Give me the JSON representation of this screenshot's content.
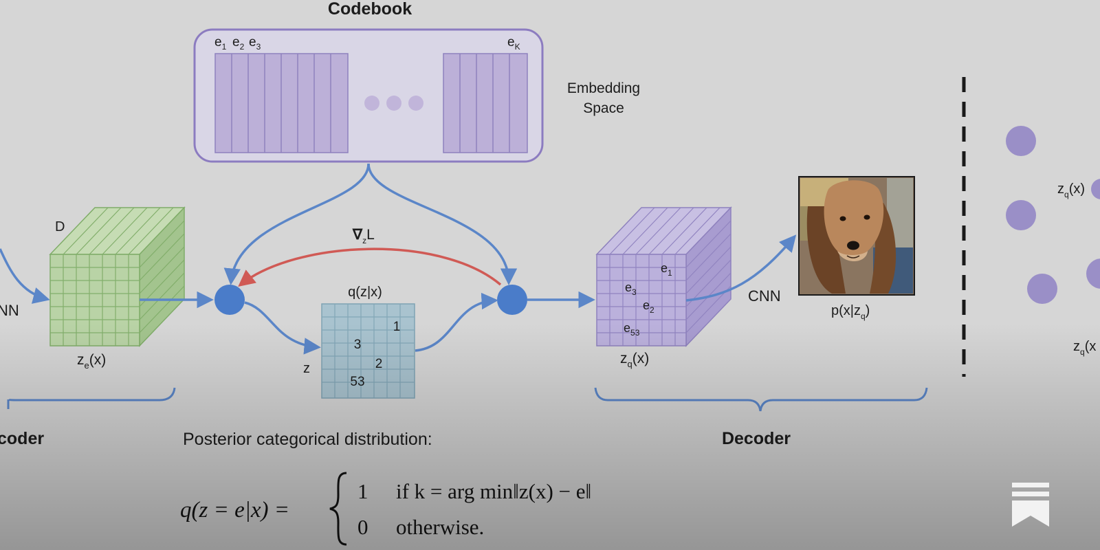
{
  "codebook": {
    "title": "Codebook",
    "e1": "e",
    "e1_sub": "1",
    "e2": "e",
    "e2_sub": "2",
    "e3": "e",
    "e3_sub": "3",
    "ek": "e",
    "ek_sub": "K"
  },
  "embedding_space": [
    "Embedding",
    "Space"
  ],
  "encoder": {
    "cnn_label": "NN",
    "d_label": "D",
    "ze_main": "z",
    "ze_sub": "e",
    "ze_tail": "(x)",
    "section_label": "coder"
  },
  "gradient": {
    "main": "∇",
    "sub": "z",
    "tail": "L"
  },
  "posterior": {
    "title": "q(z|x)",
    "z_label": "z",
    "values": [
      "1",
      "3",
      "2",
      "53"
    ]
  },
  "decoder": {
    "cube_labels": [
      {
        "main": "e",
        "sub": "1"
      },
      {
        "main": "e",
        "sub": "3"
      },
      {
        "main": "e",
        "sub": "2"
      },
      {
        "main": "e",
        "sub": "53"
      }
    ],
    "zq_main": "z",
    "zq_sub": "q",
    "zq_tail": "(x)",
    "cnn_label": "CNN",
    "output_main": "p(x|z",
    "output_sub": "q",
    "output_tail": ")",
    "section_label": "Decoder"
  },
  "right_panel": {
    "label1_main": "z",
    "label1_sub": "q",
    "label1_tail": "(x)",
    "label2_main": "z",
    "label2_sub": "q",
    "label2_tail": "(x"
  },
  "formula": {
    "heading": "Posterior categorical distribution:",
    "lhs": "q(z = e|x) =",
    "case1_value": "1",
    "case1_condition": "if k = arg min‖z(x) − e‖",
    "case2_value": "0",
    "case2_condition": "otherwise."
  },
  "colors": {
    "arrow_blue": "#5b86c8",
    "node_blue": "#4a7cc9",
    "gradient_red": "#d05a55",
    "codebook_purple": "#b4a8d2",
    "encoder_green": "#b8d3a8",
    "posterior_teal": "#a9c3cf",
    "decoder_purple": "#b7aed7",
    "dot_purple": "#9a8fc7"
  }
}
